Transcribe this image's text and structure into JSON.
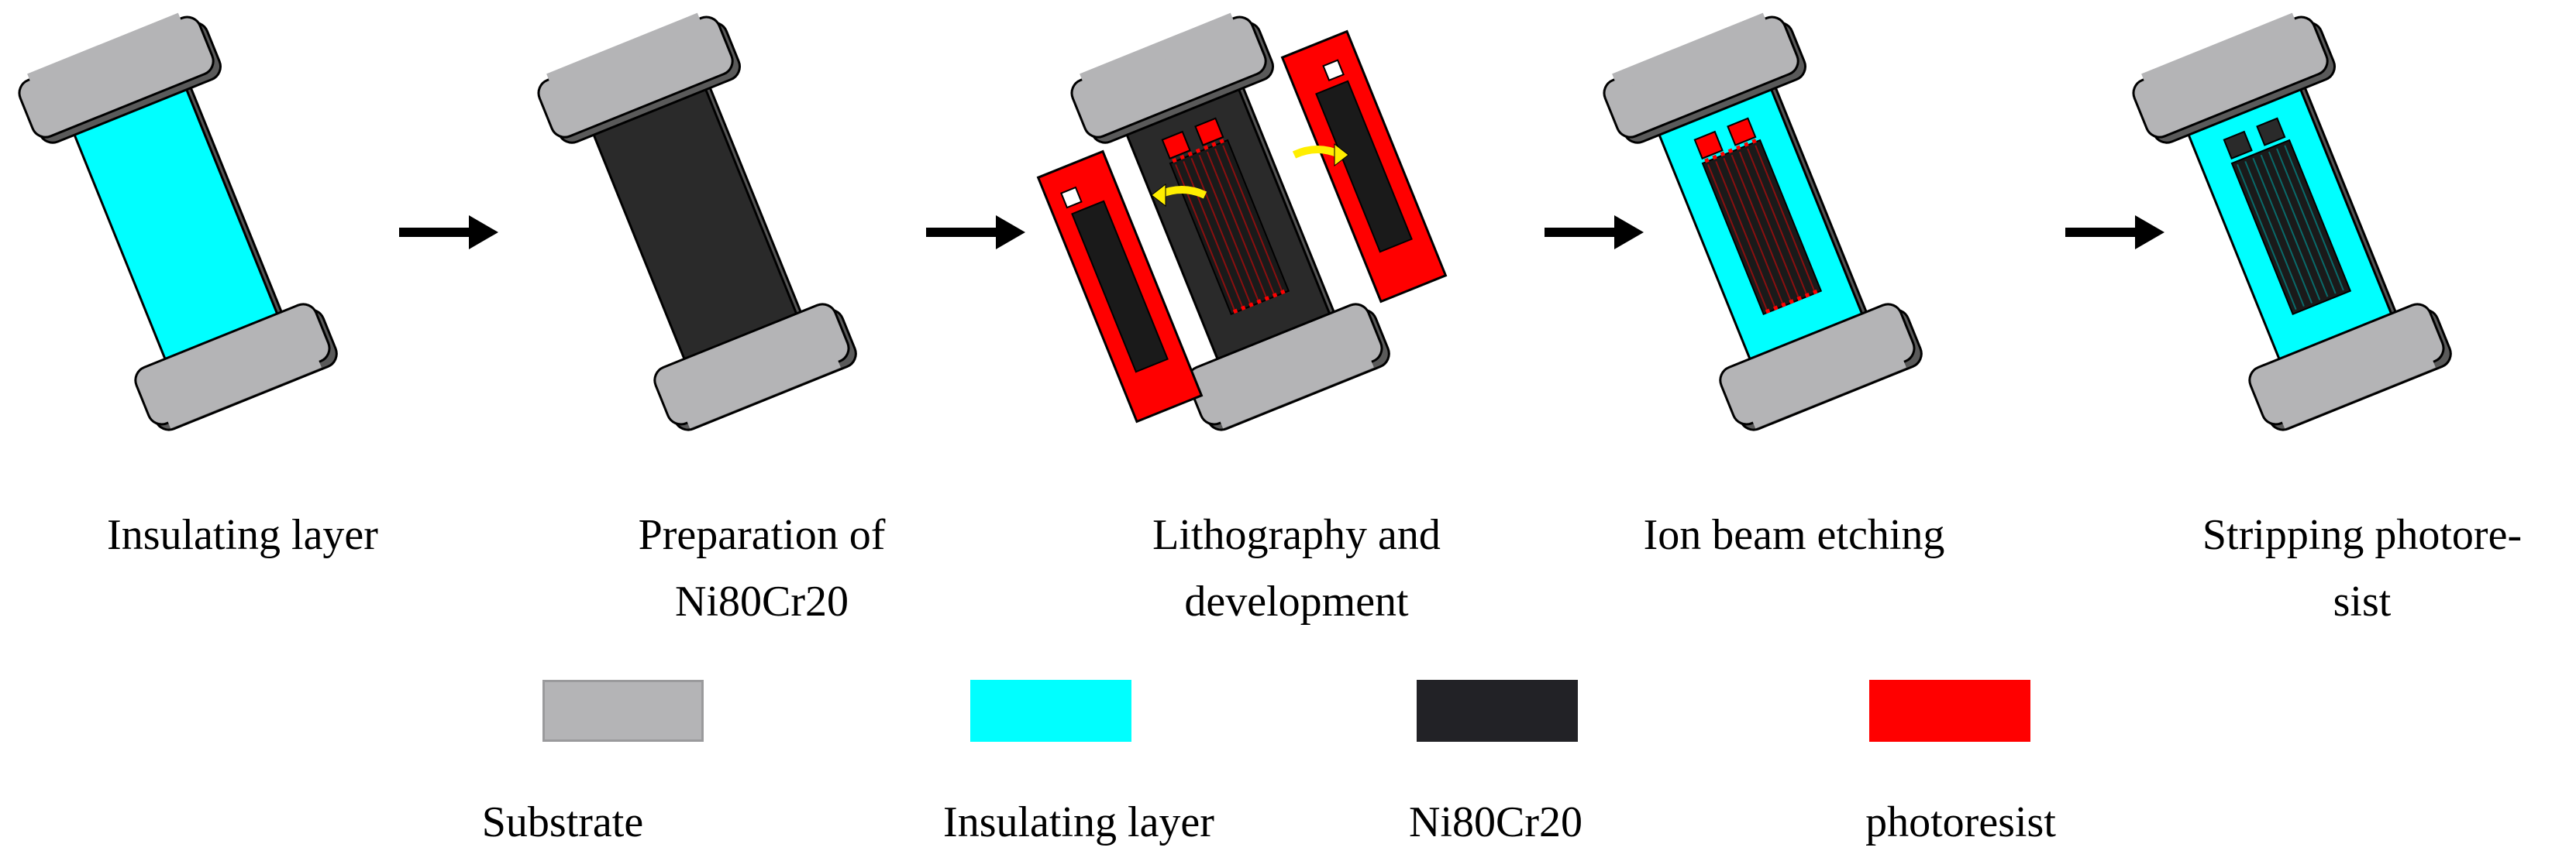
{
  "steps": [
    {
      "label_lines": [
        "Insulating layer"
      ]
    },
    {
      "label_lines": [
        "Preparation of",
        "Ni80Cr20"
      ]
    },
    {
      "label_lines": [
        "Lithography and",
        "development"
      ]
    },
    {
      "label_lines": [
        "Ion beam etching"
      ]
    },
    {
      "label_lines": [
        "Stripping photore-",
        "sist"
      ]
    }
  ],
  "legend": [
    {
      "label": "Substrate",
      "color": "#b4b4b6"
    },
    {
      "label": "Insulating layer",
      "color": "#00ffff"
    },
    {
      "label": "Ni80Cr20",
      "color": "#222226"
    },
    {
      "label": "photoresist",
      "color": "#ff0000"
    }
  ],
  "colors": {
    "substrate": "#b4b4b6",
    "insulating": "#00ffff",
    "alloy": "#2a2a2a",
    "photoresist": "#ff0000",
    "arrow": "#000000",
    "transfer_arrow": "#ffee00"
  }
}
